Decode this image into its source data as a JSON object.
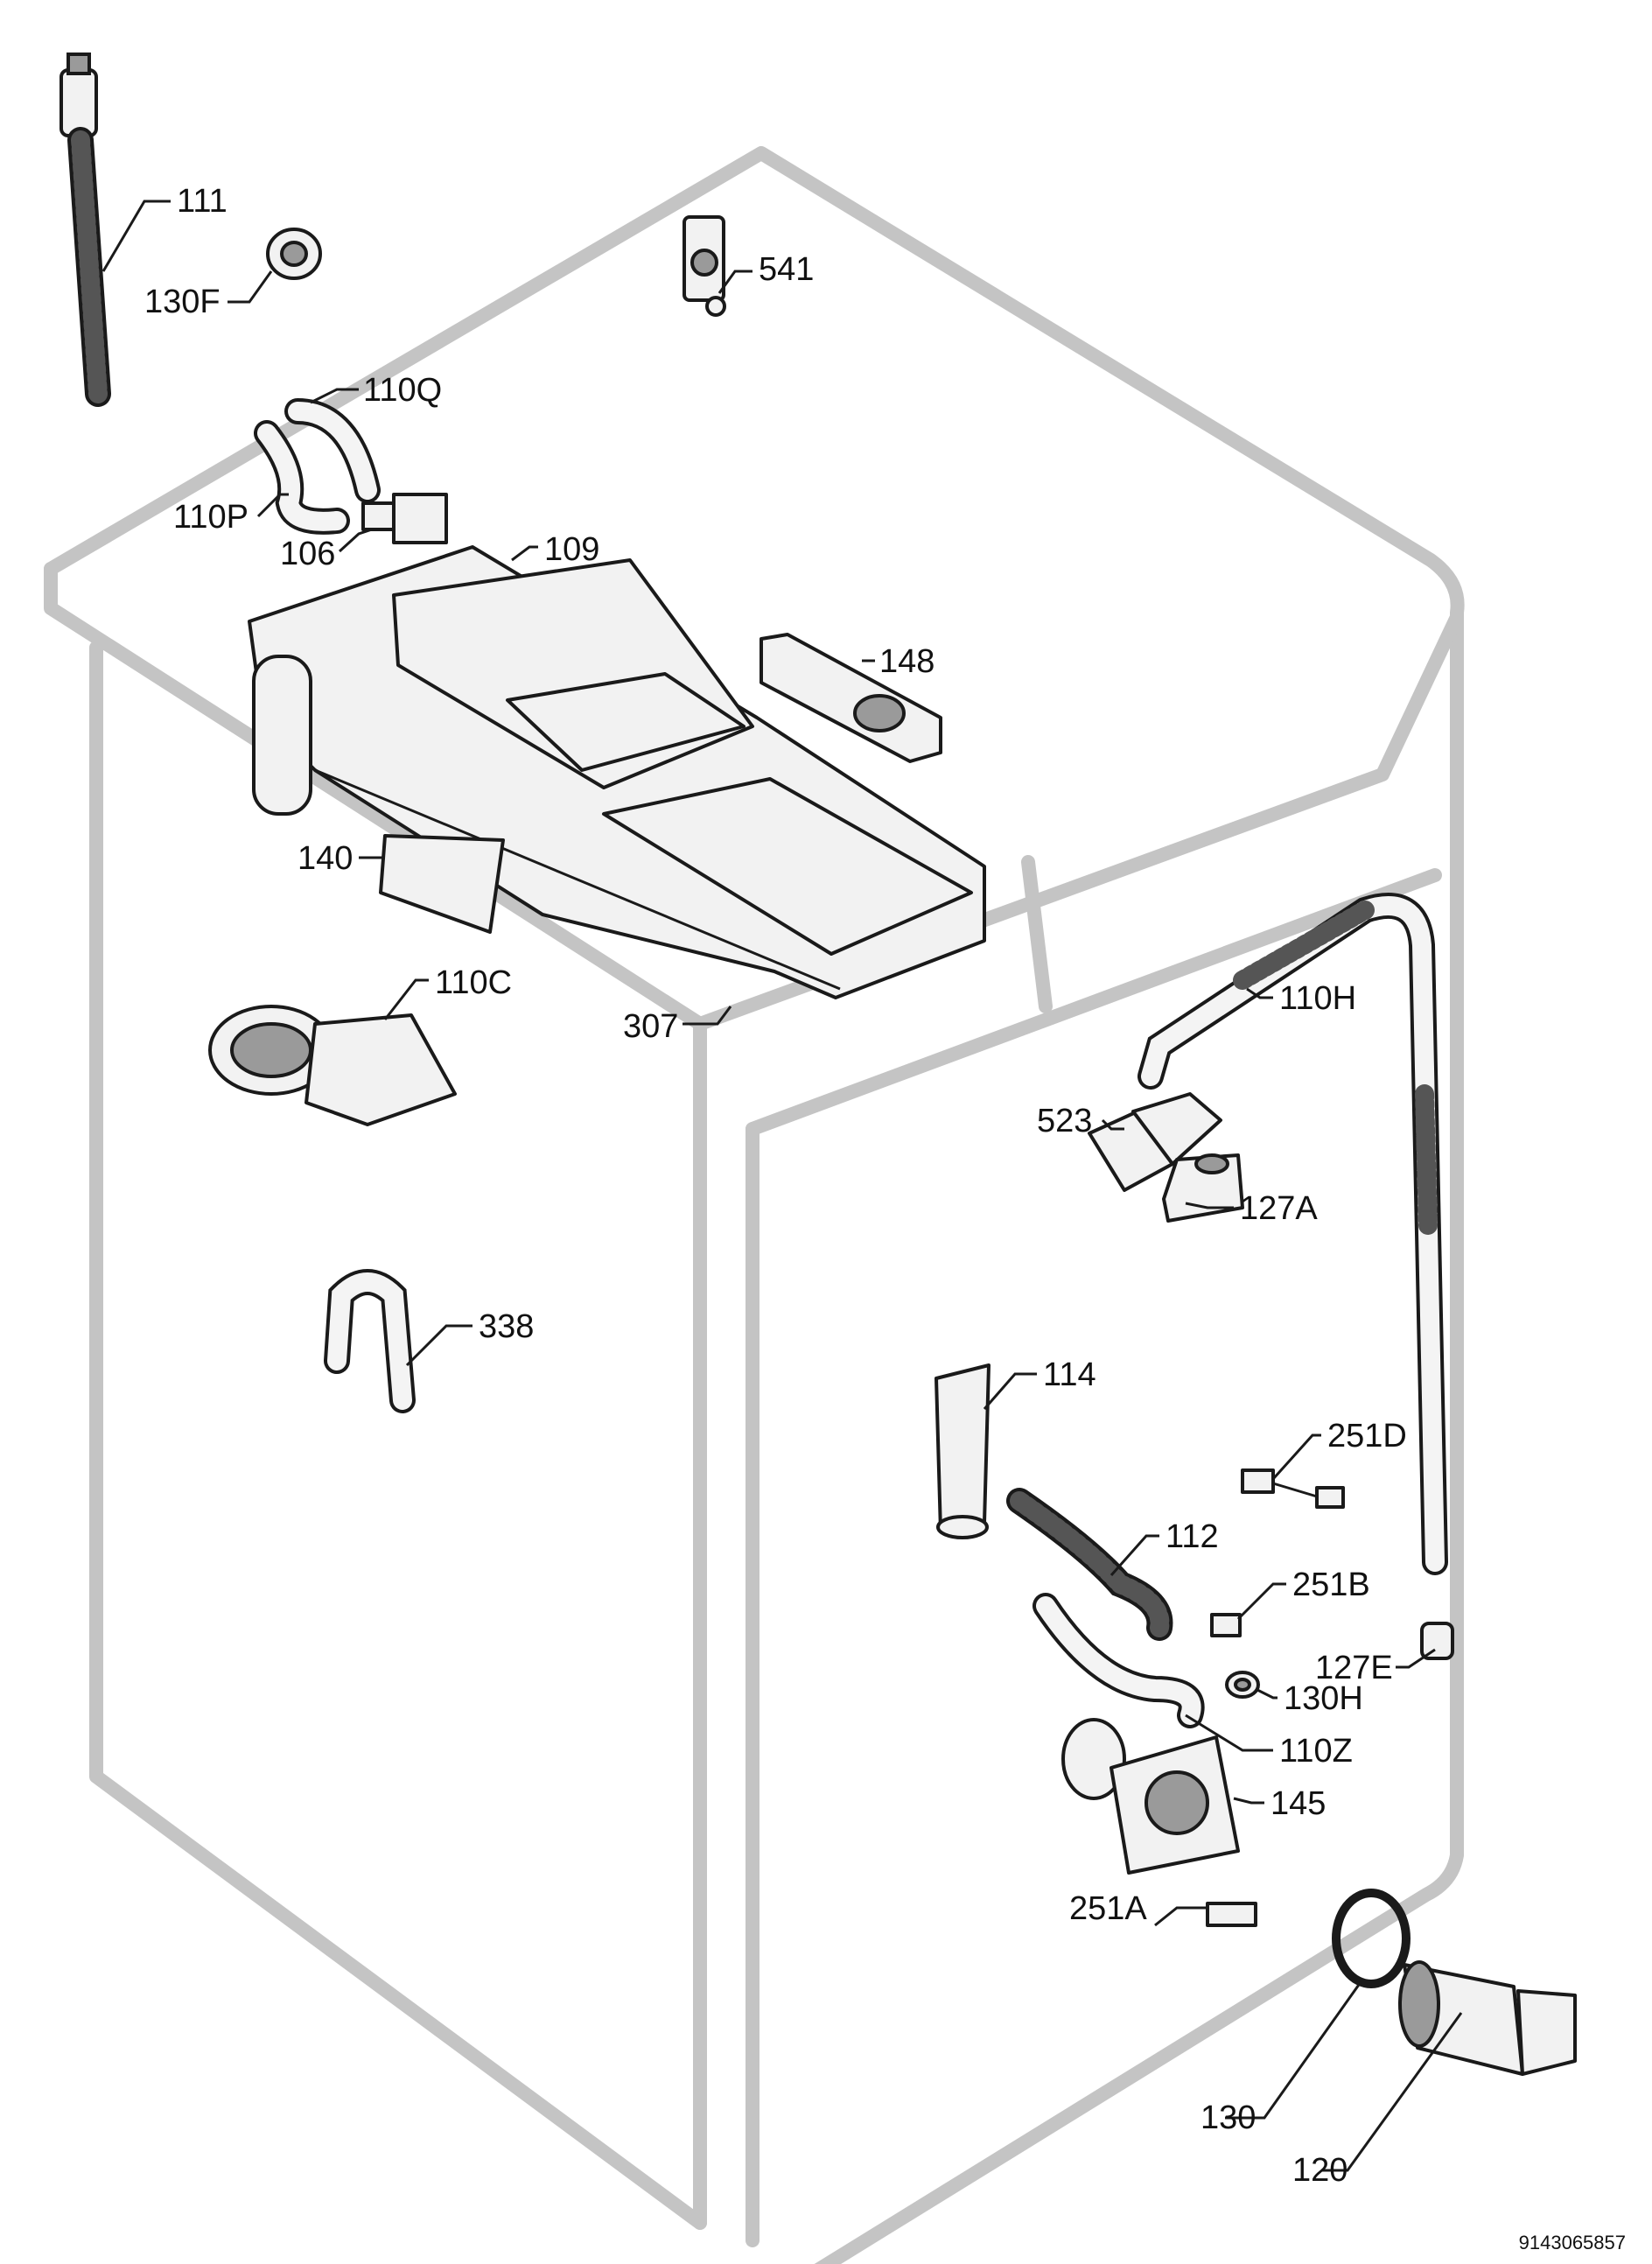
{
  "callouts": {
    "p111": "111",
    "p130F": "130F",
    "p541": "541",
    "p110Q": "110Q",
    "p110P": "110P",
    "p106": "106",
    "p109": "109",
    "p148": "148",
    "p140": "140",
    "p110C": "110C",
    "p307": "307",
    "p110H": "110H",
    "p523": "523",
    "p127A": "127A",
    "p338": "338",
    "p114": "114",
    "p251D": "251D",
    "p112": "112",
    "p251B": "251B",
    "p127E": "127E",
    "p130H": "130H",
    "p110Z": "110Z",
    "p145": "145",
    "p251A": "251A",
    "p130": "130",
    "p120": "120"
  },
  "drawing_code": "9143065857"
}
